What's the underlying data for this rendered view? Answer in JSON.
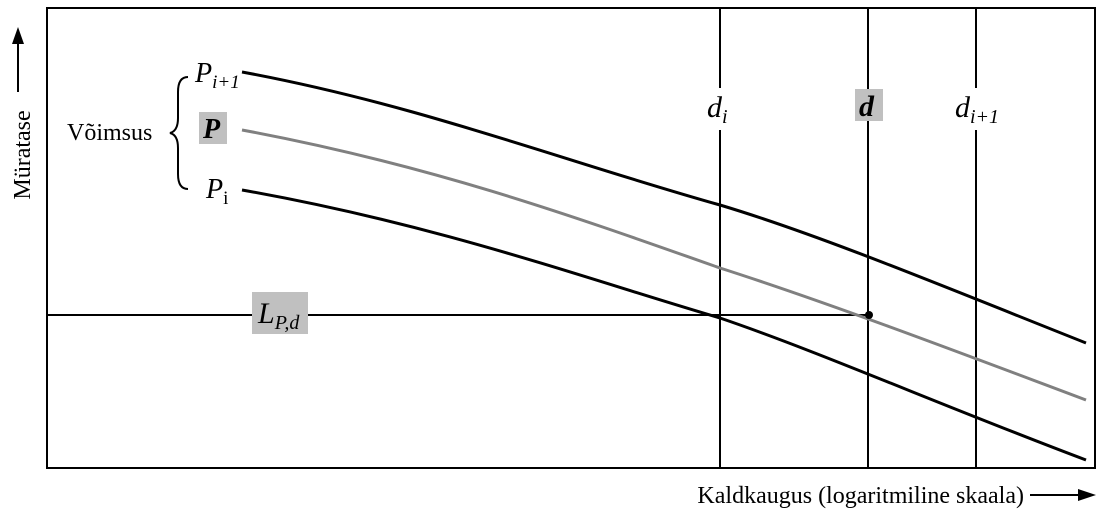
{
  "axes": {
    "y_label": "Müratase",
    "x_label": "Kaldkaugus (logaritmiline skaala)"
  },
  "power_group": {
    "label": "Võimsus"
  },
  "curves": {
    "upper": {
      "main": "P",
      "sub": "i+1"
    },
    "middle": {
      "main": "P"
    },
    "lower": {
      "main": "P",
      "sub": "i"
    }
  },
  "distances": {
    "left": {
      "main": "d",
      "sub": "i"
    },
    "target": {
      "main": "d"
    },
    "right": {
      "main": "d",
      "sub": "i+1"
    }
  },
  "level": {
    "main": "L",
    "sub": "P,d"
  },
  "colors": {
    "line": "#000000",
    "interpolated_curve": "#808080",
    "highlight": "#c0c0c0"
  }
}
